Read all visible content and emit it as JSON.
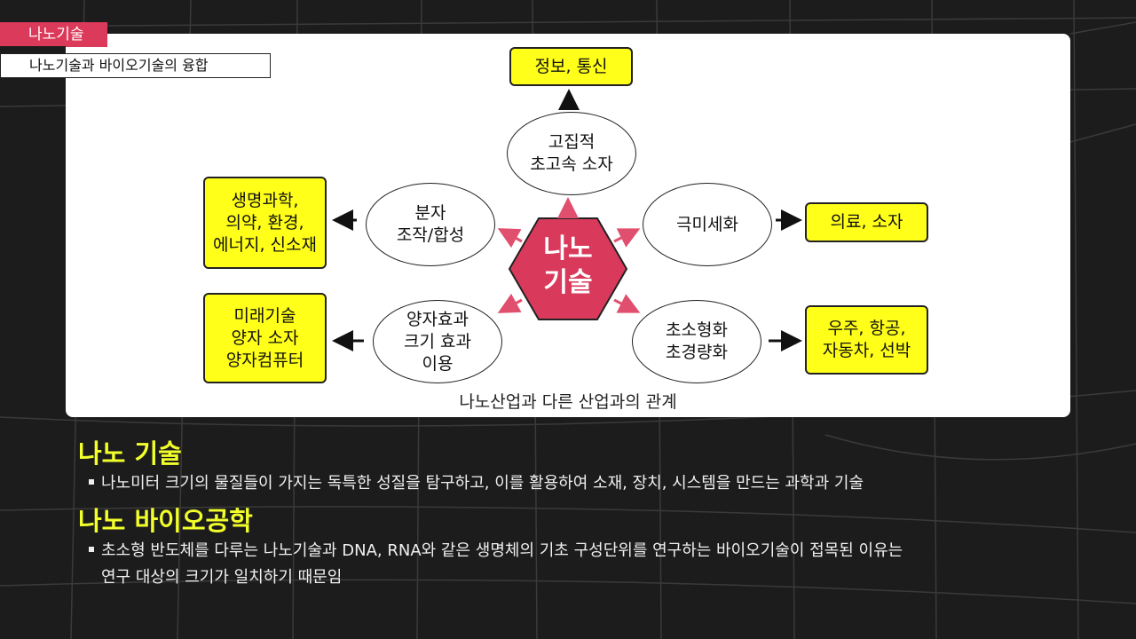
{
  "header": {
    "category_tag": "나노기술",
    "subtitle": "나노기술과 바이오기술의 융합"
  },
  "diagram": {
    "center": {
      "label": "나노\n기술",
      "color": "#d93a5c"
    },
    "caption": "나노산업과 다른 산업과의 관계",
    "nodes": [
      {
        "id": "top",
        "ellipse": "고집적\n초고속 소자",
        "result": "정보, 통신"
      },
      {
        "id": "left-upper",
        "ellipse": "분자\n조작/합성",
        "result": "생명과학,\n의약, 환경,\n에너지, 신소재"
      },
      {
        "id": "right-upper",
        "ellipse": "극미세화",
        "result": "의료, 소자"
      },
      {
        "id": "left-lower",
        "ellipse": "양자효과\n크기 효과\n이용",
        "result": "미래기술\n양자 소자\n양자컴퓨터"
      },
      {
        "id": "right-lower",
        "ellipse": "초소형화\n초경량화",
        "result": "우주, 항공,\n자동차, 선박"
      }
    ],
    "colors": {
      "result_box": "#ffff1a",
      "arrow_center": "#e0506e",
      "arrow_outer": "#111111"
    }
  },
  "sections": [
    {
      "title": "나노 기술",
      "bullets": [
        "나노미터 크기의 물질들이 가지는 독특한 성질을 탐구하고, 이를 활용하여 소재, 장치, 시스템을 만드는 과학과 기술"
      ]
    },
    {
      "title": "나노 바이오공학",
      "bullets": [
        "초소형 반도체를 다루는 나노기술과 DNA, RNA와 같은 생명체의 기초 구성단위를 연구하는 바이오기술이 접목된 이유는",
        "연구 대상의 크기가 일치하기 때문임"
      ]
    }
  ],
  "colors": {
    "accent_pink": "#dc3a5a",
    "title_yellow": "#f2ff2a",
    "background": "#1c1c1c"
  }
}
